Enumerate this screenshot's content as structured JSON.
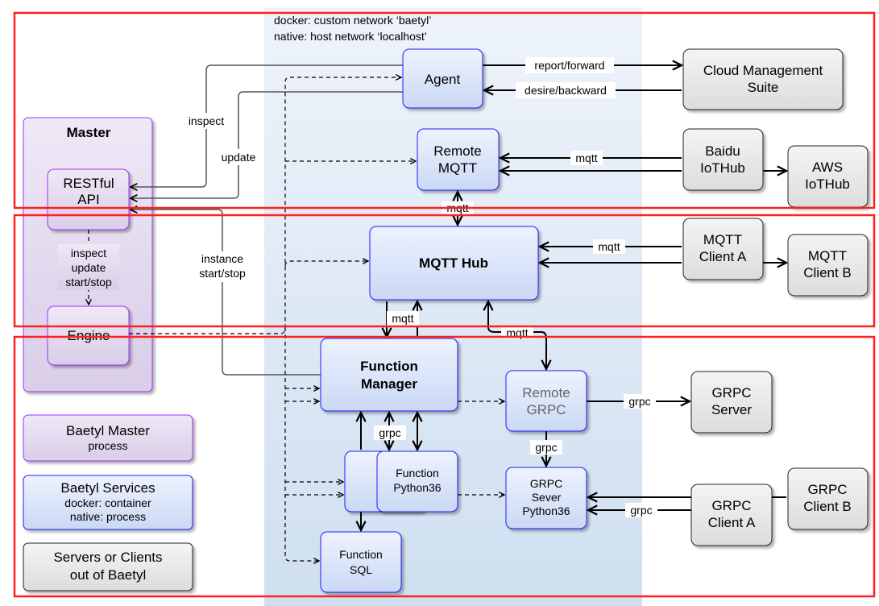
{
  "network_note": [
    "docker: custom network ‘baetyl’",
    "native: host network ‘localhost’"
  ],
  "nodes": {
    "master": "Master",
    "restful_api": [
      "RESTful",
      "API"
    ],
    "engine": "Engine",
    "agent": "Agent",
    "cloud": [
      "Cloud Management",
      "Suite"
    ],
    "remote_mqtt": [
      "Remote",
      "MQTT"
    ],
    "baidu": [
      "Baidu",
      "IoTHub"
    ],
    "aws": [
      "AWS",
      "IoTHub"
    ],
    "mqtt_hub": "MQTT Hub",
    "mqtt_client_a": [
      "MQTT",
      "Client A"
    ],
    "mqtt_client_b": [
      "MQTT",
      "Client B"
    ],
    "function_manager": [
      "Function",
      "Manager"
    ],
    "remote_grpc": [
      "Remote",
      "GRPC"
    ],
    "grpc_server": [
      "GRPC",
      "Server"
    ],
    "grpc_sever_py": [
      "GRPC",
      "Sever",
      "Python36"
    ],
    "function_python": [
      "Function",
      "Python36"
    ],
    "function_sql": [
      "Function",
      "SQL"
    ],
    "grpc_client_a": [
      "GRPC",
      "Client A"
    ],
    "grpc_client_b": [
      "GRPC",
      "Client B"
    ]
  },
  "edges": {
    "report": "report/forward",
    "desire": "desire/backward",
    "inspect": "inspect",
    "update": "update",
    "engine_ops": [
      "inspect",
      "update",
      "start/stop"
    ],
    "instance": [
      "instance",
      "start/stop"
    ],
    "mqtt": "mqtt",
    "grpc": "grpc"
  },
  "legend": {
    "master": [
      "Baetyl Master",
      "process"
    ],
    "services": [
      "Baetyl Services",
      "docker: container",
      "native: process"
    ],
    "external": [
      "Servers or Clients",
      "out of Baetyl"
    ]
  },
  "colors": {
    "master": "#e4dbee",
    "master_border": "#9b30ff",
    "service_border": "#1a1aff",
    "external": "#e8e8e8",
    "highlight": "#ff2020"
  }
}
